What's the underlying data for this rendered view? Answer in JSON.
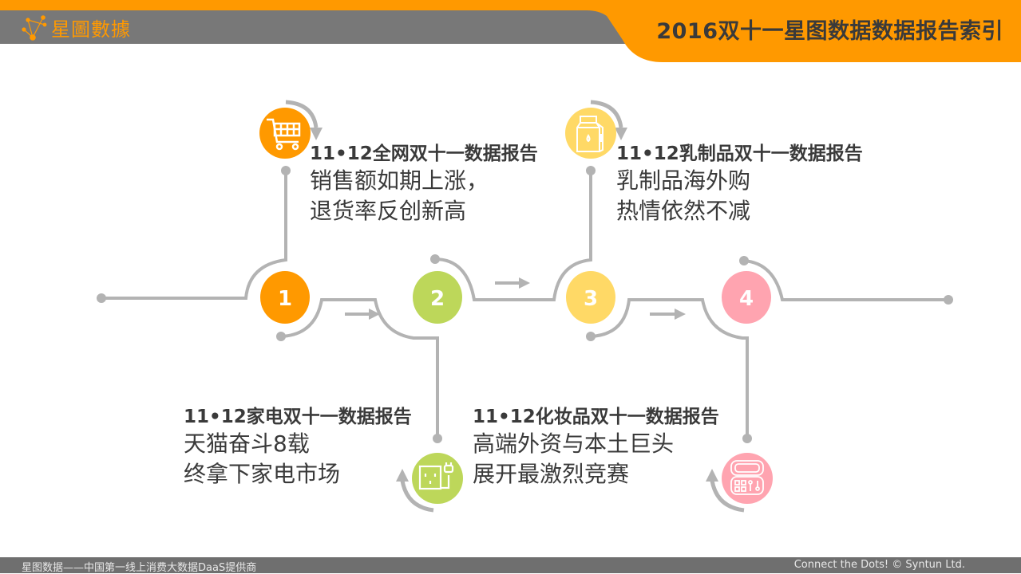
{
  "header": {
    "logo_text": "星圖數據",
    "title": "2016双十一星图数据数据报告索引",
    "accent_color": "#ff9900",
    "bar_color": "#787878"
  },
  "steps": [
    {
      "number": "1",
      "color": "#ff9900",
      "icon": "shopping-cart-icon"
    },
    {
      "number": "2",
      "color": "#bdd75a",
      "icon": "power-socket-plug-icon"
    },
    {
      "number": "3",
      "color": "#ffd966",
      "icon": "milk-carton-icon"
    },
    {
      "number": "4",
      "color": "#ffa4b0",
      "icon": "makeup-palette-icon"
    }
  ],
  "reports": [
    {
      "title": "11•12全网双十一数据报告",
      "lines": [
        "销售额如期上涨，",
        "退货率反创新高"
      ]
    },
    {
      "title": "11•12家电双十一数据报告",
      "lines": [
        "天猫奋斗8载",
        "终拿下家电市场"
      ]
    },
    {
      "title": "11•12乳制品双十一数据报告",
      "lines": [
        "乳制品海外购",
        "热情依然不减"
      ]
    },
    {
      "title": "11•12化妆品双十一数据报告",
      "lines": [
        "高端外资与本土巨头",
        "展开最激烈竞赛"
      ]
    }
  ],
  "footer": {
    "left_text": "星图数据——中国第一线上消费大数据DaaS提供商",
    "right_text": "Connect the Dots! © Syntun Ltd."
  }
}
